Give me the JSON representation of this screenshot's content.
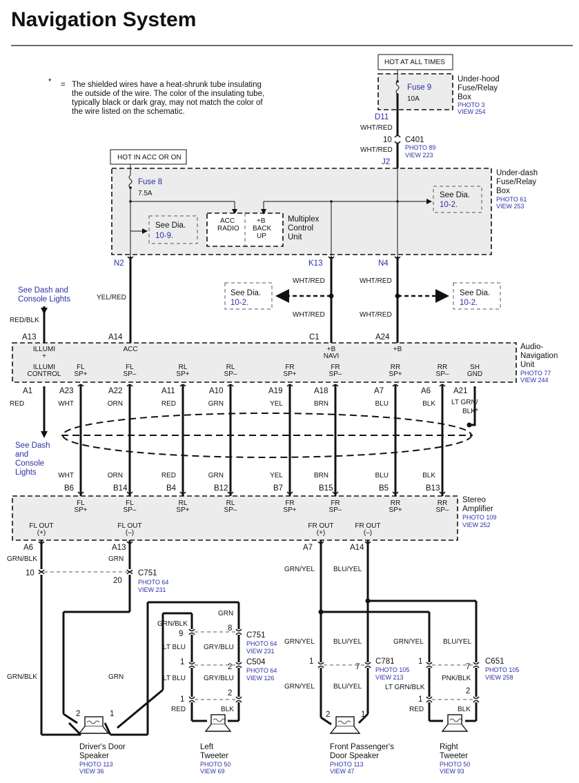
{
  "title": "Navigation System",
  "note": {
    "star": "*",
    "eq": "=",
    "lines": [
      "The shielded wires have a heat-shrunk tube insulating",
      "the outside of the wire.  The color of the insulating tube,",
      "typically black or dark gray, may not match the color of",
      "the wire listed on the schematic."
    ]
  },
  "hot_labels": {
    "always": "HOT AT ALL TIMES",
    "acc": "HOT IN ACC OR ON"
  },
  "underhood": {
    "name": [
      "Under-hood",
      "Fuse/Relay",
      "Box"
    ],
    "ref": [
      "PHOTO 3",
      "VIEW 254"
    ],
    "fuse": "Fuse 9",
    "amps": "10A",
    "terminal": "D11",
    "wire": "WHT/RED"
  },
  "c401": {
    "name": "C401",
    "pin": "10",
    "ref": [
      "PHOTO 89",
      "VIEW 223"
    ],
    "wire": "WHT/RED",
    "terminal": "J2"
  },
  "underdash": {
    "name": [
      "Under-dash",
      "Fuse/Relay",
      "Box"
    ],
    "ref": [
      "PHOTO 61",
      "VIEW 253"
    ],
    "fuse": "Fuse 8",
    "amps": "7.5A",
    "see1": [
      "See Dia.",
      "10-9."
    ],
    "see2": [
      "See Dia.",
      "10-2."
    ],
    "mcu": {
      "acc": [
        "ACC",
        "RADIO"
      ],
      "b": [
        "+B",
        "BACK",
        "UP"
      ],
      "name": [
        "Multiplex",
        "Control",
        "Unit"
      ]
    },
    "terms": [
      "N2",
      "K13",
      "N4"
    ]
  },
  "mid": {
    "see_dash": [
      "See Dash and",
      "Console Lights"
    ],
    "red_blk": "RED/BLK",
    "yel_red": "YEL/RED",
    "wht_red": "WHT/RED",
    "see_left": [
      "See Dia.",
      "10-2."
    ],
    "see_right": [
      "See Dia.",
      "10-2."
    ]
  },
  "audio": {
    "name": [
      "Audio-",
      "Navigation",
      "Unit"
    ],
    "ref": [
      "PHOTO 77",
      "VIEW 244"
    ],
    "top_terms": [
      "A13",
      "A14",
      "C1",
      "A24"
    ],
    "top_labels": [
      [
        "ILLUMI",
        "+"
      ],
      [
        "ACC"
      ],
      [
        "+B",
        "NAVI"
      ],
      [
        "+B"
      ]
    ],
    "bot_labels": [
      [
        "ILLUMI",
        "CONTROL"
      ],
      [
        "FL",
        "SP+"
      ],
      [
        "FL",
        "SP–"
      ],
      [
        "RL",
        "SP+"
      ],
      [
        "RL",
        "SP–"
      ],
      [
        "FR",
        "SP+"
      ],
      [
        "FR",
        "SP–"
      ],
      [
        "RR",
        "SP+"
      ],
      [
        "RR",
        "SP–"
      ],
      [
        "SH",
        "GND"
      ]
    ],
    "bot_terms": [
      "A1",
      "A23",
      "A22",
      "A11",
      "A10",
      "A19",
      "A18",
      "A7",
      "A6",
      "A21"
    ],
    "colors": [
      "RED",
      "WHT",
      "ORN",
      "RED",
      "GRN",
      "YEL",
      "BRN",
      "BLU",
      "BLK"
    ],
    "sh_color": [
      "LT GRN/",
      "BLK*"
    ]
  },
  "see_dash2": [
    "See Dash",
    "and",
    "Console",
    "Lights"
  ],
  "amp": {
    "name": [
      "Stereo",
      "Amplifier"
    ],
    "ref": [
      "PHOTO 109",
      "VIEW 252"
    ],
    "top_colors": [
      "WHT",
      "ORN",
      "RED",
      "GRN",
      "YEL",
      "BRN",
      "BLU",
      "BLK"
    ],
    "top_terms": [
      "B6",
      "B14",
      "B4",
      "B12",
      "B7",
      "B15",
      "B5",
      "B13"
    ],
    "top_labels": [
      [
        "FL",
        "SP+"
      ],
      [
        "FL",
        "SP–"
      ],
      [
        "RL",
        "SP+"
      ],
      [
        "RL",
        "SP–"
      ],
      [
        "FR",
        "SP+"
      ],
      [
        "FR",
        "SP–"
      ],
      [
        "RR",
        "SP+"
      ],
      [
        "RR",
        "SP–"
      ]
    ],
    "out_labels": [
      [
        "FL OUT",
        "(+)"
      ],
      [
        "FL OUT",
        "(–)"
      ],
      [
        "FR OUT",
        "(+)"
      ],
      [
        "FR OUT",
        "(–)"
      ]
    ],
    "out_terms": [
      "A6",
      "A13",
      "A7",
      "A14"
    ]
  },
  "lower": {
    "c751": {
      "name": "C751",
      "ref": [
        "PHOTO 64",
        "VIEW 231"
      ],
      "pins": [
        "10",
        "20",
        "9",
        "8"
      ]
    },
    "c504": {
      "name": "C504",
      "ref": [
        "PHOTO 64",
        "VIEW 126"
      ],
      "pins": [
        "1",
        "2"
      ]
    },
    "c781": {
      "name": "C781",
      "ref": [
        "PHOTO 105",
        "VIEW 213"
      ],
      "pins": [
        "1",
        "7"
      ]
    },
    "c651": {
      "name": "C651",
      "ref": [
        "PHOTO 105",
        "VIEW 258"
      ],
      "pins": [
        "1",
        "7"
      ]
    },
    "wires": {
      "grn_blk": "GRN/BLK",
      "grn": "GRN",
      "lt_blu": "LT BLU",
      "gry_blu": "GRY/BLU",
      "red": "RED",
      "blk": "BLK",
      "grn_yel": "GRN/YEL",
      "blu_yel": "BLU/YEL",
      "pnk_blk": "PNK/BLK",
      "lt_grn_blk": "LT GRN/BLK"
    },
    "spk_pins": [
      "2",
      "1",
      "1",
      "2",
      "2",
      "1",
      "1",
      "2"
    ]
  },
  "speakers": [
    {
      "name": [
        "Driver's Door",
        "Speaker"
      ],
      "ref": [
        "PHOTO 113",
        "VIEW 36"
      ]
    },
    {
      "name": [
        "Left",
        "Tweeter"
      ],
      "ref": [
        "PHOTO 50",
        "VIEW 69"
      ]
    },
    {
      "name": [
        "Front Passenger's",
        "Door Speaker"
      ],
      "ref": [
        "PHOTO 113",
        "VIEW 47"
      ]
    },
    {
      "name": [
        "Right",
        "Tweeter"
      ],
      "ref": [
        "PHOTO 50",
        "VIEW 93"
      ]
    }
  ]
}
